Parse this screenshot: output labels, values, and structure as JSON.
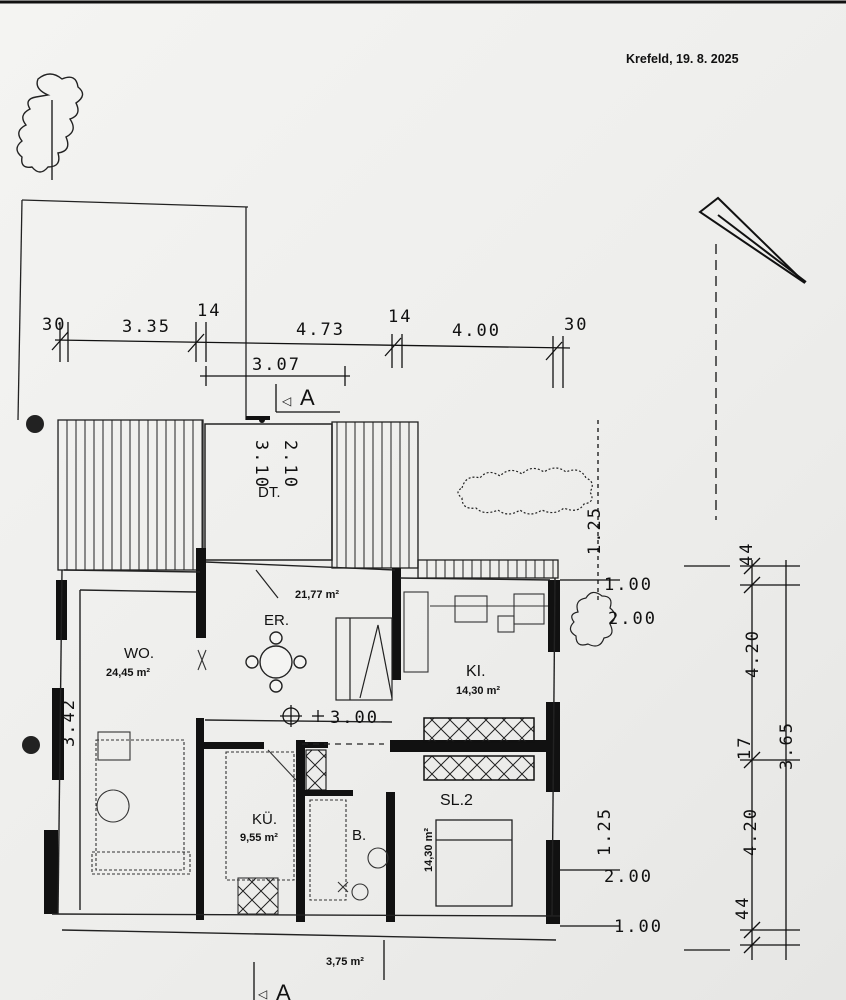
{
  "header": {
    "date": "Krefeld, 19. 8.  2025"
  },
  "dimensions_top": {
    "d1": "30",
    "d2": "3.35",
    "d3": "14",
    "d4": "4.73",
    "d5": "14",
    "d6": "4.00",
    "d7": "30",
    "sub": "3.07",
    "section_mark": "A"
  },
  "dimensions_right": {
    "r1": "1.25",
    "r2": "44",
    "r3": "1.00",
    "r4": "2.00",
    "r5": "4.20",
    "r6": "17",
    "r7": "3.65",
    "r8": "1.25",
    "r9": "4.20",
    "r10": "2.00",
    "r11": "44",
    "r12": "1.00"
  },
  "dimensions_left": {
    "l1": "3.42"
  },
  "dimensions_inner": {
    "level": "3.00",
    "stair_a": "3.10",
    "stair_b": "2.10"
  },
  "rooms": {
    "dt": {
      "label": "DT."
    },
    "er": {
      "label": "ER.",
      "area": "21,77 m²"
    },
    "wo": {
      "label": "WO.",
      "area": "24,45 m²"
    },
    "ki": {
      "label": "KI.",
      "area": "14,30 m²"
    },
    "ku": {
      "label": "KÜ.",
      "area": "9,55 m²"
    },
    "b": {
      "label": "B."
    },
    "sl": {
      "label": "SL.2",
      "area": "14,30 m²"
    },
    "bottom": {
      "area": "3,75 m²"
    }
  },
  "section_bottom": "A"
}
